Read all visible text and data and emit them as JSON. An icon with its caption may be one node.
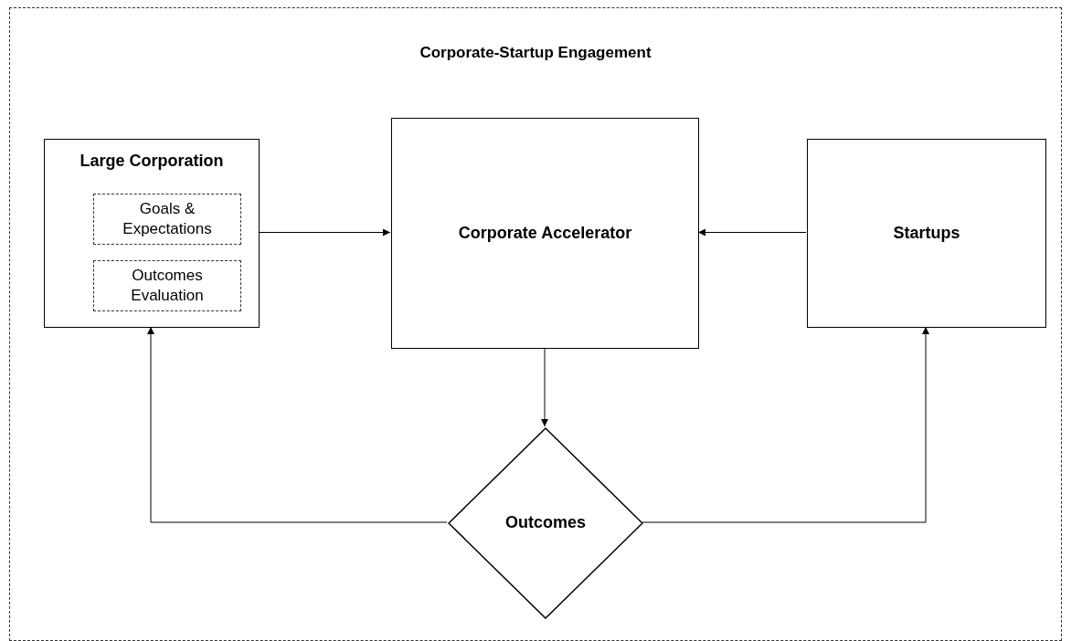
{
  "diagram": {
    "nodes": [
      {
        "text": [
          "Corporate-Startup Engagement"
        ]
      },
      {
        "text": [
          "Large Corporation"
        ],
        "in": 0
      },
      {
        "text": [
          "Goals & Expectations"
        ],
        "in": 1
      },
      {
        "text": [
          "Outcomes Evaluation"
        ],
        "in": 1
      },
      {
        "text": [
          "Corporate Accelerator"
        ],
        "in": 0
      },
      {
        "text": [
          "Startups"
        ],
        "in": 0
      },
      {
        "text": [
          "Outcomes"
        ],
        "in": 0
      }
    ],
    "edges": [
      {
        "from": 1,
        "to": 4,
        "arrow": "to"
      },
      {
        "from": 5,
        "to": 4,
        "arrow": "to"
      },
      {
        "from": 4,
        "to": 6,
        "arrow": "to"
      },
      {
        "from": 6,
        "to": 1,
        "arrow": "to"
      },
      {
        "from": 6,
        "to": 5,
        "arrow": "to"
      }
    ]
  }
}
